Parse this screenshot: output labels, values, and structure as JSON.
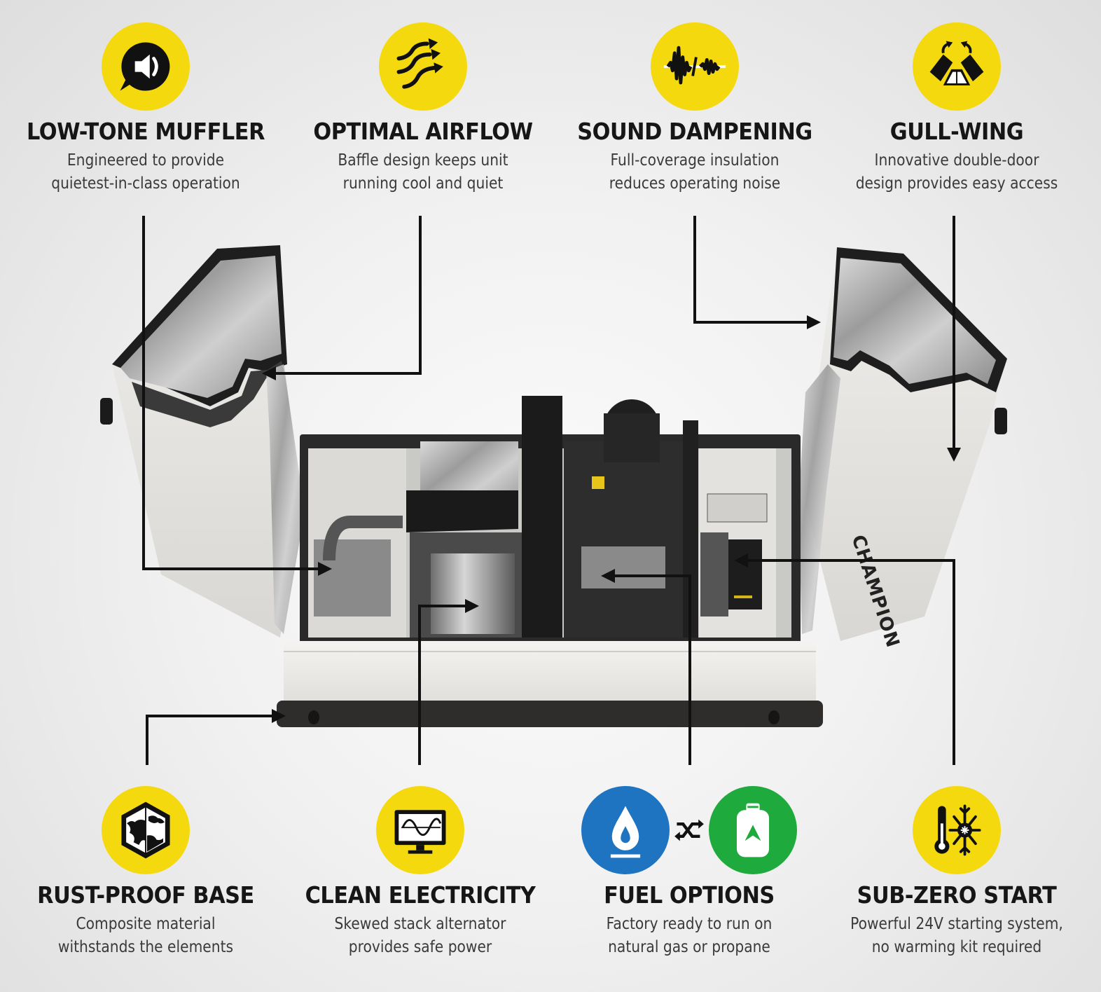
{
  "colors": {
    "badge_yellow": "#f5d90f",
    "natural_gas_blue": "#1f74c2",
    "propane_green": "#1faa3d",
    "title_text": "#161616",
    "desc_text": "#3a3a3a",
    "callout_line": "#111111"
  },
  "features_top": [
    {
      "id": "low-tone-muffler",
      "icon": "speaker-speech-bubble-icon",
      "title": "LOW-TONE MUFFLER",
      "desc_line1": "Engineered to provide",
      "desc_line2": "quietest-in-class operation"
    },
    {
      "id": "optimal-airflow",
      "icon": "airflow-arrows-icon",
      "title": "OPTIMAL AIRFLOW",
      "desc_line1": "Baffle design keeps unit",
      "desc_line2": "running cool and quiet"
    },
    {
      "id": "sound-dampening",
      "icon": "sound-wave-reduction-icon",
      "title": "SOUND DAMPENING",
      "desc_line1": "Full-coverage insulation",
      "desc_line2": "reduces operating noise"
    },
    {
      "id": "gull-wing",
      "icon": "gull-wing-doors-icon",
      "title": "GULL-WING",
      "desc_line1": "Innovative double-door",
      "desc_line2": "design provides easy access"
    }
  ],
  "features_bottom": [
    {
      "id": "rust-proof-base",
      "icon": "composite-hexagon-icon",
      "title": "RUST-PROOF BASE",
      "desc_line1": "Composite material",
      "desc_line2": "withstands the elements"
    },
    {
      "id": "clean-electricity",
      "icon": "monitor-sine-wave-icon",
      "title": "CLEAN ELECTRICITY",
      "desc_line1": "Skewed stack alternator",
      "desc_line2": "provides safe power"
    },
    {
      "id": "fuel-options",
      "icon": "gas-flame-propane-tank-icon",
      "title": "FUEL OPTIONS",
      "desc_line1": "Factory ready to run on",
      "desc_line2": "natural gas or propane"
    },
    {
      "id": "sub-zero-start",
      "icon": "thermometer-snowflake-icon",
      "title": "SUB-ZERO START",
      "desc_line1": "Powerful 24V starting system,",
      "desc_line2": "no warming kit required"
    }
  ],
  "product": {
    "brand": "CHAMPION",
    "description": "Home standby generator with gull-wing doors open"
  }
}
